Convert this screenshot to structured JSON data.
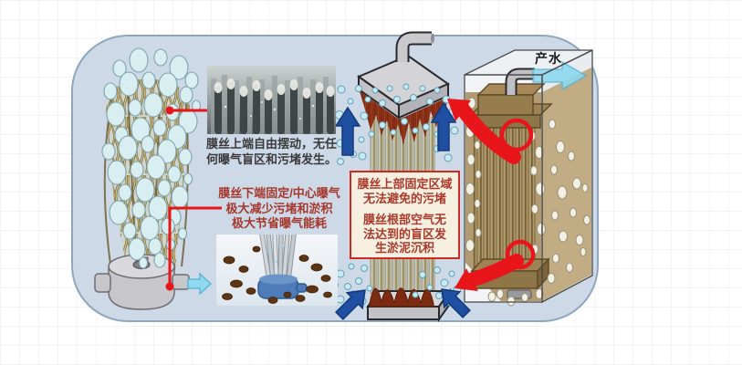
{
  "panel": {
    "fill": "#cdd9e7",
    "border": "#8ea7bf"
  },
  "colors": {
    "accent_red": "#e8151a",
    "arrow_navy": "#1e4fa0",
    "arrow_cyan": "#8fd8ee",
    "warning_fill": "#f7f0e1",
    "warning_border": "#cc2b24",
    "warning_text": "#a93a2b",
    "caption_dark": "#3a3a3a",
    "caption_red": "#a5372c",
    "membrane_tan": "#c9b97a",
    "tank_water": "#b29b72",
    "clog_red": "#96341a"
  },
  "captions": {
    "free_top": {
      "lines": [
        "膜丝上端自由摆动，无任",
        "何曝气盲区和污堵发生。"
      ]
    },
    "fixed_bottom": {
      "lines": [
        "膜丝下端固定/中心曝气",
        "极大减少污堵和淤积",
        "极大节省曝气能耗"
      ]
    }
  },
  "warning_box": {
    "para1": [
      "膜丝上部固定区域",
      "无法避免的污堵"
    ],
    "para2": [
      "膜丝根部空气无",
      "法达到的盲区发",
      "生淤泥沉积"
    ]
  },
  "tank": {
    "outlet_label": "产水"
  },
  "icons": {
    "up_arrow": "up-arrow-icon",
    "diagonal_up_arrow": "diagonal-up-arrow-icon",
    "curved_red_arrow": "curved-red-arrow-icon",
    "highlight_circle": "highlight-circle-icon",
    "callout_line": "callout-line-icon",
    "flow_arrow": "flow-arrow-icon"
  }
}
